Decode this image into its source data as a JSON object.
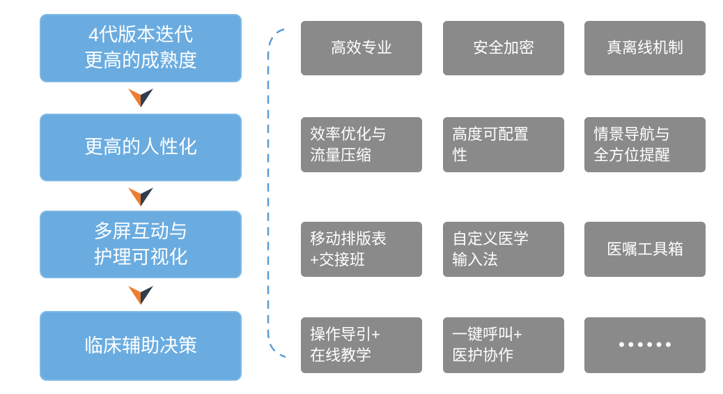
{
  "colors": {
    "bg": "#ffffff",
    "primary_blue": "#6aace0",
    "primary_blue_border": "#7db8e6",
    "gray_box": "#8a8a8a",
    "arrow_orange": "#ed7d31",
    "arrow_navy": "#2f3d50",
    "brace_blue": "#5b9bd5",
    "text_white": "#ffffff"
  },
  "flow": {
    "steps": [
      {
        "text": "4代版本迭代\n更高的成熟度"
      },
      {
        "text": "更高的人性化"
      },
      {
        "text": "多屏互动与\n护理可视化"
      },
      {
        "text": "临床辅助决策"
      }
    ]
  },
  "grid": {
    "rows": [
      {
        "cells": [
          {
            "text": "高效专业"
          },
          {
            "text": "安全加密"
          },
          {
            "text": "真离线机制"
          }
        ]
      },
      {
        "cells": [
          {
            "text": "效率优化与\n流量压缩"
          },
          {
            "text": "高度可配置\n性"
          },
          {
            "text": "情景导航与\n全方位提醒"
          }
        ]
      },
      {
        "cells": [
          {
            "text": "移动排版表\n+交接班"
          },
          {
            "text": "自定义医学\n输入法"
          },
          {
            "text": "医嘱工具箱"
          }
        ]
      },
      {
        "cells": [
          {
            "text": "操作导引+\n在线教学"
          },
          {
            "text": "一键呼叫+\n医护协作"
          },
          {
            "text": "••••••"
          }
        ]
      }
    ]
  }
}
